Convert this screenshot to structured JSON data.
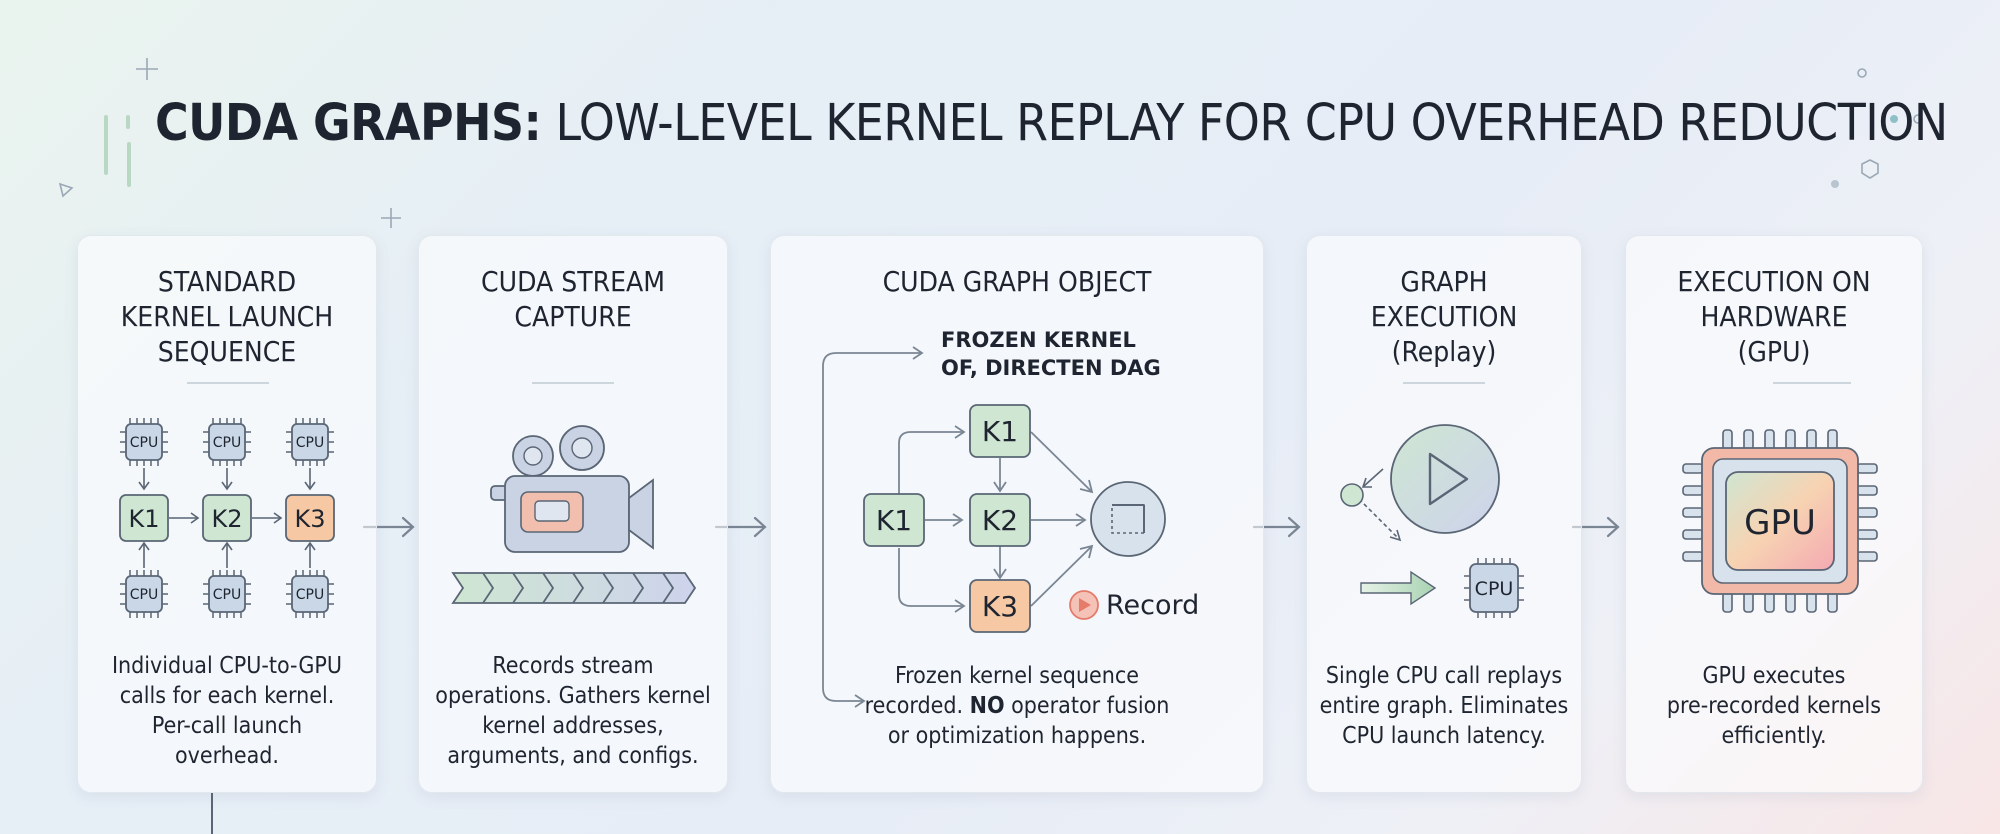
{
  "title": {
    "bold": "CUDA GRAPHS:",
    "rest": "LOW-LEVEL KERNEL REPLAY FOR CPU OVERHEAD REDUCTION"
  },
  "panels": [
    {
      "id": "standard",
      "title": [
        "STANDARD",
        "KERNEL LAUNCH",
        "SEQUENCE"
      ],
      "desc": [
        "Individual CPU-to-GPU",
        "calls for each kernel.",
        "Per-call launch",
        "overhead."
      ],
      "chip_label": "CPU",
      "kernels": [
        "K1",
        "K2",
        "K3"
      ]
    },
    {
      "id": "capture",
      "title": [
        "CUDA STREAM",
        "CAPTURE"
      ],
      "desc": [
        "Records stream",
        "operations. Gathers kernel",
        "kernel addresses,",
        "arguments, and configs."
      ]
    },
    {
      "id": "graph",
      "title": [
        "CUDA GRAPH OBJECT"
      ],
      "subtitle": [
        "FROZEN KERNEL",
        "OF, DIRECTEN DAG"
      ],
      "nodes": [
        "K1",
        "K1",
        "K2",
        "K3"
      ],
      "record_label": "Record",
      "desc_line1": "Frozen kernel sequence",
      "desc_line2_pre": "recorded.",
      "desc_line2_bold": "NO",
      "desc_line2_post": "operator fusion",
      "desc_line3": "or optimization happens."
    },
    {
      "id": "replay",
      "title": [
        "GRAPH",
        "EXECUTION",
        "(Replay)"
      ],
      "chip_label": "CPU",
      "desc": [
        "Single CPU call replays",
        "entire graph. Eliminates",
        "CPU launch latency."
      ]
    },
    {
      "id": "hardware",
      "title": [
        "EXECUTION ON",
        "HARDWARE",
        "(GPU)"
      ],
      "chip_label": "GPU",
      "desc": [
        "GPU executes",
        "pre-recorded kernels",
        "efficiently."
      ]
    }
  ],
  "colors": {
    "kernel_green": "#cfe6d2",
    "kernel_orange": "#f6c9a4",
    "chip_blue": "#c9d7e6",
    "outline": "#5a6675",
    "arrow": "#7a8694",
    "record_red": "#e57b6b"
  }
}
